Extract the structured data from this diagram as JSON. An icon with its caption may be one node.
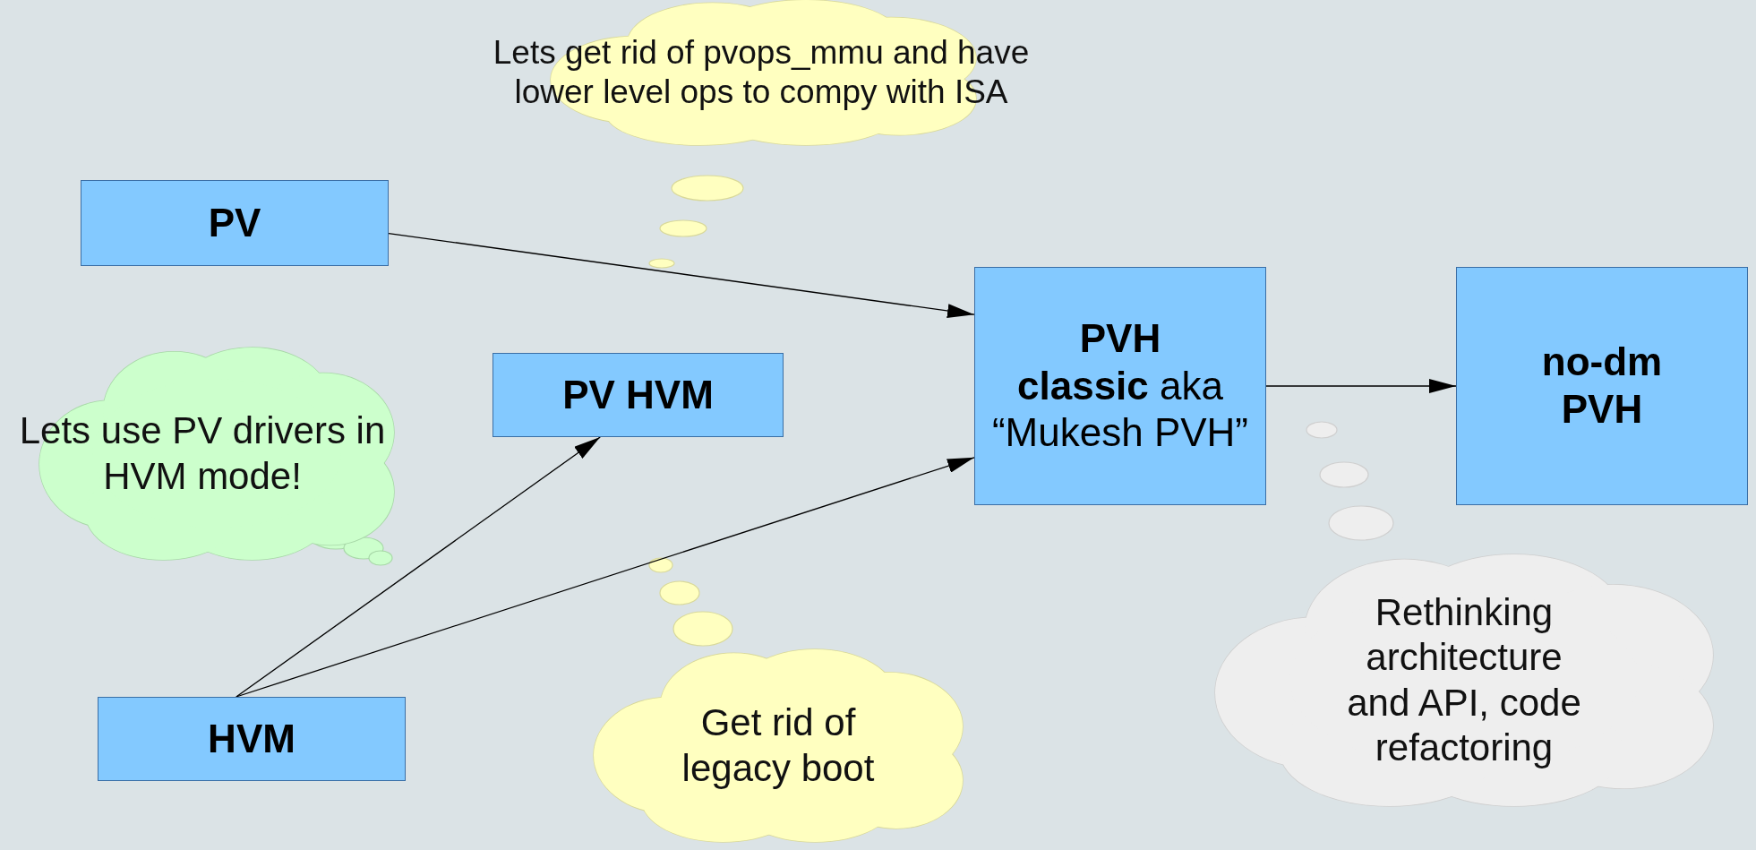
{
  "diagram": {
    "nodes": [
      {
        "text": [
          "Lets get rid of pvops_mmu and have lower level ops to compy with ISA"
        ]
      },
      {
        "text": [
          "PV"
        ]
      },
      {
        "text": [
          "PVH",
          "**classic** aka “Mukesh PVH”"
        ]
      },
      {
        "text": [
          "no-dm PVH"
        ]
      },
      {
        "text": [
          "Lets use PV drivers in HVM mode!"
        ]
      },
      {
        "text": [
          "PV HVM"
        ]
      },
      {
        "text": [
          "HVM"
        ]
      },
      {
        "text": [
          "Get rid of legacy boot"
        ]
      },
      {
        "text": [
          "Rethinking architecture and API, code refactoring"
        ]
      }
    ],
    "edges": [
      {
        "from": 1,
        "to": 2,
        "arrow": "to"
      },
      {
        "from": 6,
        "to": 5,
        "arrow": "to"
      },
      {
        "from": 6,
        "to": 2,
        "arrow": "to"
      },
      {
        "from": 2,
        "to": 3,
        "arrow": "to"
      }
    ]
  }
}
